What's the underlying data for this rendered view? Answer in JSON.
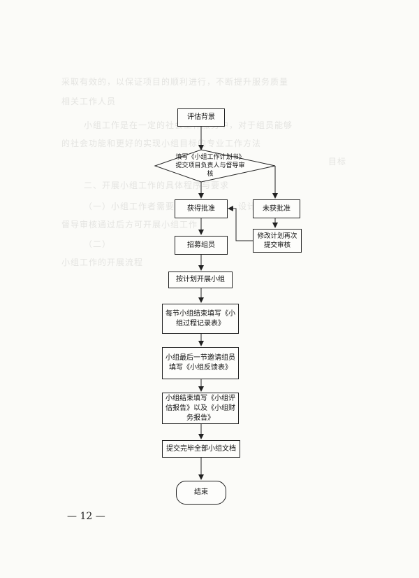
{
  "flowchart": {
    "start": "评估背景",
    "decision": "填写《小组工作计划书》提交项目负责人与督导审核",
    "approved": "获得批准",
    "not_approved": "未获批准",
    "revise": "修改计划再次提交审核",
    "recruit": "招募组员",
    "run_group": "按计划开展小组",
    "record": "每节小组结束填写《小组过程记录表》",
    "feedback": "小组最后一节邀请组员填写《小组反馈表》",
    "report": "小组结束填写《小组评估报告》以及《小组财务报告》",
    "submit": "提交完毕全部小组文档",
    "end": "结束"
  },
  "page_number": "— 12 —",
  "show_through_text": {
    "line1": "采取有效的，以保证项目的顺利进行，不断提升服务质量",
    "line2": "相关工作人员",
    "line3": "小组工作是在一定的社会工作服务中，对于组员能够",
    "line4": "的社会功能和更好的实现小组目标的专业工作方法",
    "line5": "目标",
    "line6": "二、开展小组工作的具体程序与要求",
    "line7": "（一）小组工作者需要根据需求评估，设计小组工作",
    "line8": "督导审核通过后方可开展小组工作",
    "line9": "（二）",
    "line10": "小组工作的开展流程"
  }
}
